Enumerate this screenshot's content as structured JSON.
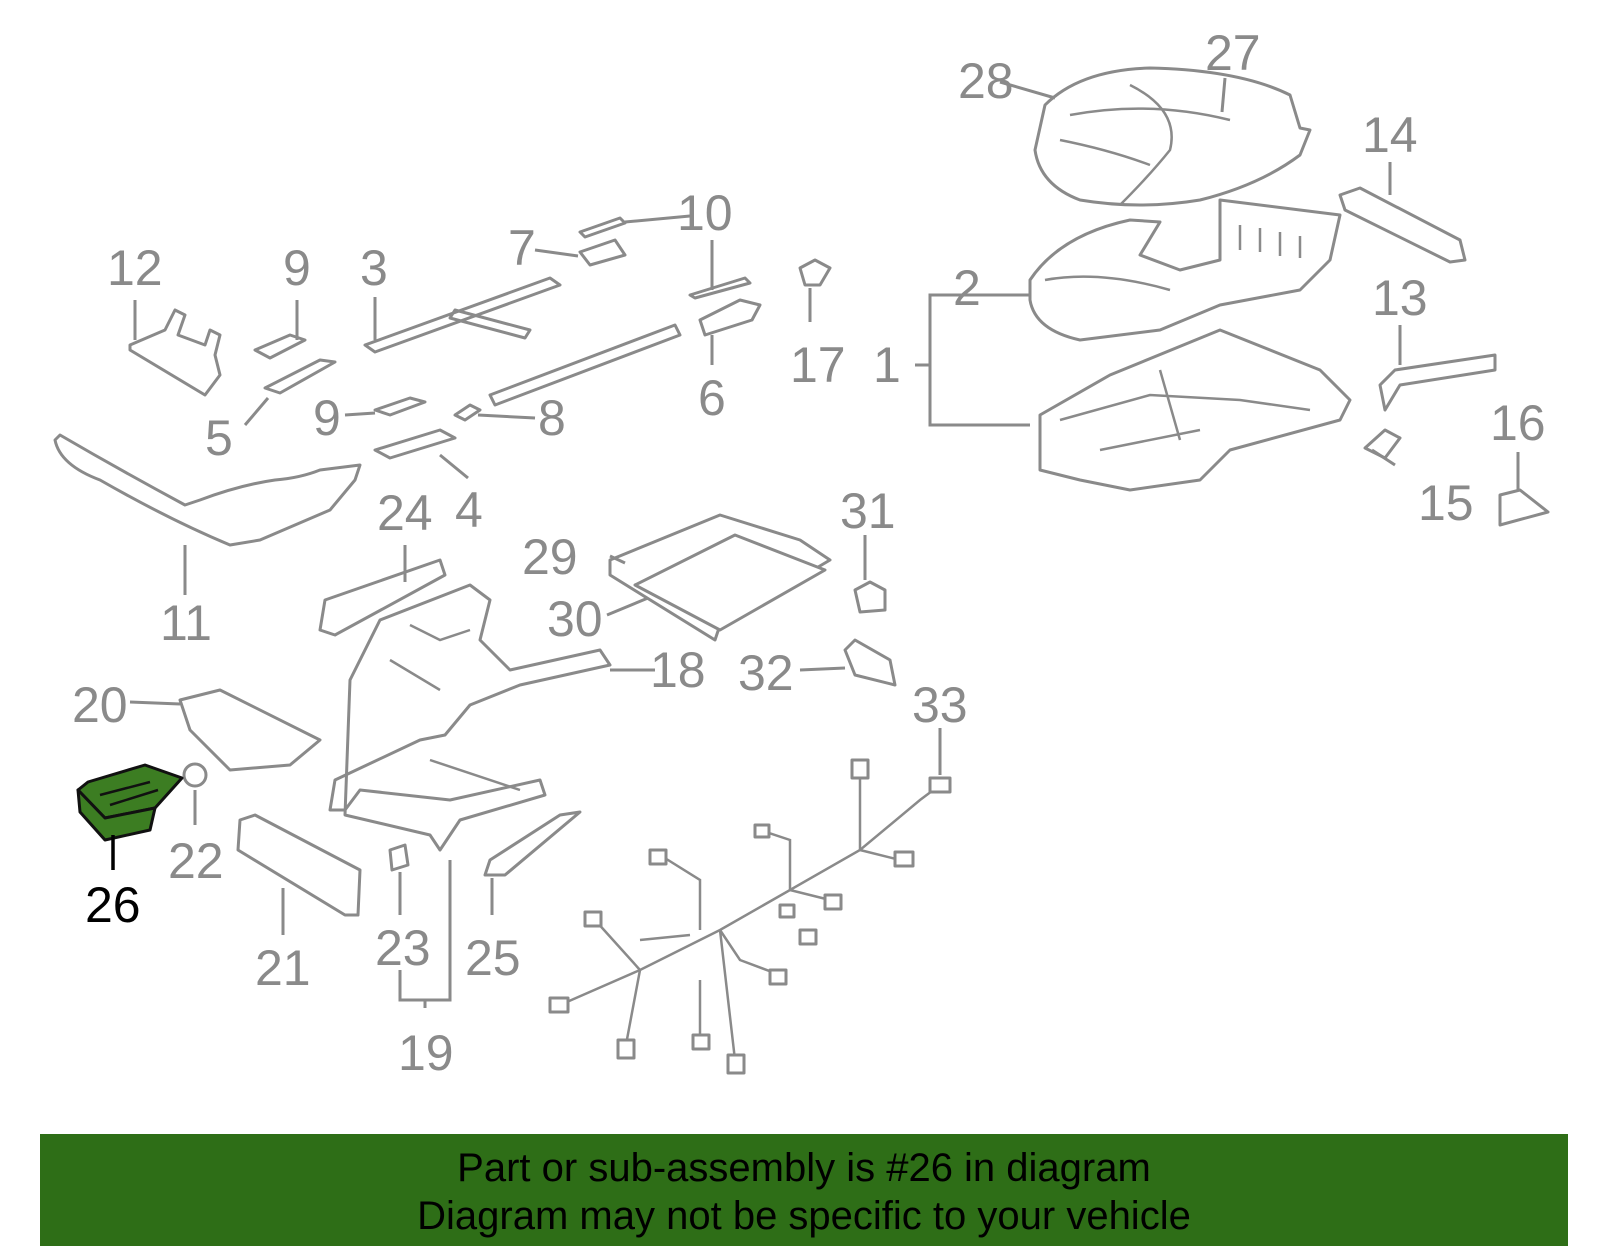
{
  "diagram": {
    "callouts": {
      "c1": "1",
      "c2": "2",
      "c3": "3",
      "c4": "4",
      "c5": "5",
      "c6": "6",
      "c7": "7",
      "c8": "8",
      "c9a": "9",
      "c9b": "9",
      "c10": "10",
      "c11": "11",
      "c12": "12",
      "c13": "13",
      "c14": "14",
      "c15": "15",
      "c16": "16",
      "c17": "17",
      "c18": "18",
      "c19": "19",
      "c20": "20",
      "c21": "21",
      "c22": "22",
      "c23": "23",
      "c24": "24",
      "c25": "25",
      "c26": "26",
      "c27": "27",
      "c28": "28",
      "c29": "29",
      "c30": "30",
      "c31": "31",
      "c32": "32",
      "c33": "33"
    },
    "highlighted_part": "26",
    "highlight_color": "#3c7d22"
  },
  "banner": {
    "line1": "Part or sub-assembly is #26 in diagram",
    "line2": "Diagram may not be specific to your vehicle",
    "background_color": "#2e6e17"
  }
}
